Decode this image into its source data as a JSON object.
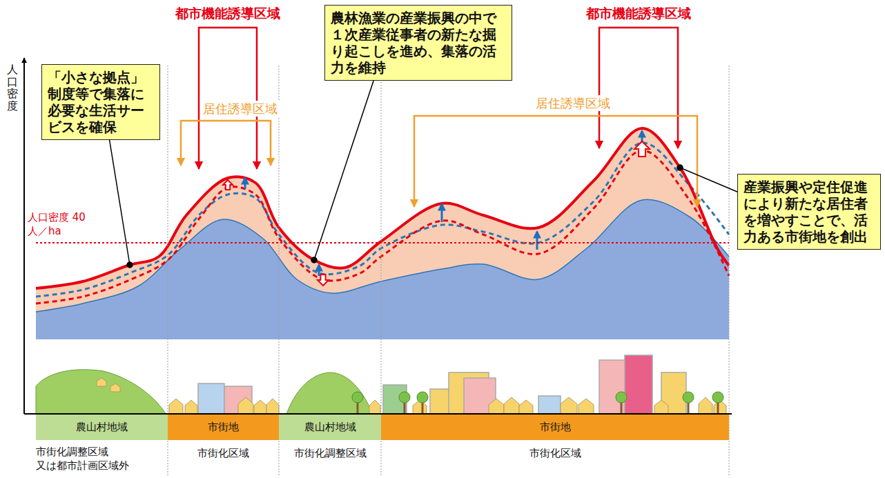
{
  "diagram": {
    "nodes": [
      {
        "text": [
          "「小さな拠点」制度等で集落に必要な生活サービスを確保"
        ]
      },
      {
        "text": [
          "農林漁業の産業振興の中で１次産業従事者の新たな掘り起こしを進め、集落の活力を維持"
        ]
      },
      {
        "text": [
          "産業振興や定住促進により新たな居住者を増やすことで、活力ある市街地を創出"
        ]
      },
      {
        "text": [
          "農山村地域"
        ]
      },
      {
        "text": [
          "市街地"
        ]
      },
      {
        "text": [
          "農山村地域"
        ]
      },
      {
        "text": [
          "市街地"
        ]
      }
    ],
    "labels": [
      "人口密度",
      "都市機能誘導区域",
      "居住誘導区域",
      "都市機能誘導区域",
      "居住誘導区域",
      "人口密度 40 人／ha",
      "市街化調整区域 又は都市計画区域外",
      "市街化区域",
      "市街化調整区域",
      "市街化区域"
    ]
  }
}
